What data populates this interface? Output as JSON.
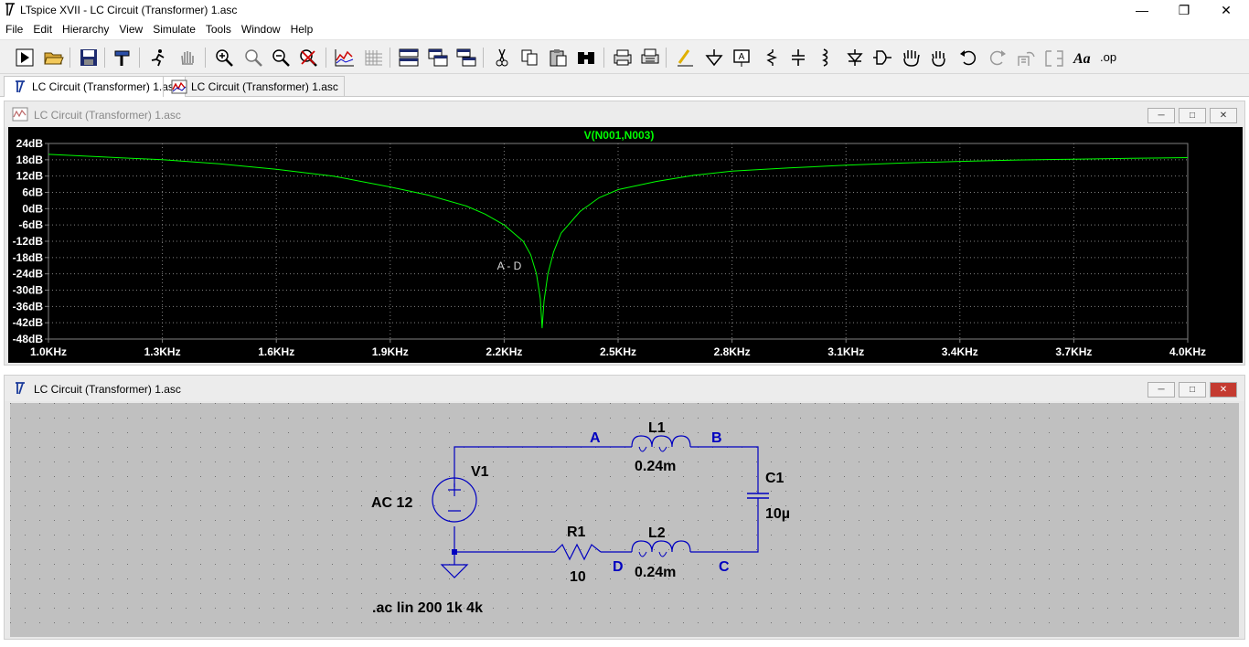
{
  "window": {
    "title": "LTspice XVII - LC Circuit (Transformer) 1.asc"
  },
  "window_controls": {
    "minimize": "—",
    "restore": "❐",
    "close": "✕"
  },
  "menu": [
    "File",
    "Edit",
    "Hierarchy",
    "View",
    "Simulate",
    "Tools",
    "Window",
    "Help"
  ],
  "toolbar": [
    {
      "icon": "run-icon"
    },
    {
      "icon": "open-folder-icon"
    },
    {
      "icon": "save-icon"
    },
    {
      "icon": "control-panel-hammer-icon"
    },
    {
      "icon": "halt-runner-icon"
    },
    {
      "icon": "pan-hand-icon"
    },
    {
      "icon": "zoom-in-icon"
    },
    {
      "icon": "zoom-fit-icon"
    },
    {
      "icon": "zoom-out-icon"
    },
    {
      "icon": "zoom-cancel-icon"
    },
    {
      "icon": "autorange-icon"
    },
    {
      "icon": "grid-icon"
    },
    {
      "icon": "tile-horizontal-icon"
    },
    {
      "icon": "cascade-icon"
    },
    {
      "icon": "tile-vertical-icon"
    },
    {
      "icon": "cut-icon"
    },
    {
      "icon": "copy-icon"
    },
    {
      "icon": "paste-icon"
    },
    {
      "icon": "find-icon"
    },
    {
      "icon": "print-icon"
    },
    {
      "icon": "print-preview-icon"
    },
    {
      "icon": "draw-wire-icon"
    },
    {
      "icon": "ground-icon"
    },
    {
      "icon": "label-net-icon"
    },
    {
      "icon": "resistor-icon"
    },
    {
      "icon": "capacitor-icon"
    },
    {
      "icon": "inductor-icon"
    },
    {
      "icon": "diode-icon"
    },
    {
      "icon": "component-icon"
    },
    {
      "icon": "move-hand-icon"
    },
    {
      "icon": "drag-hand-icon"
    },
    {
      "icon": "undo-icon"
    },
    {
      "icon": "redo-icon"
    },
    {
      "icon": "rotate-icon"
    },
    {
      "icon": "mirror-icon"
    },
    {
      "icon": "text-icon"
    },
    {
      "icon": "spice-directive-icon"
    }
  ],
  "tabs": [
    {
      "label": "LC Circuit (Transformer) 1.asc",
      "icon": "schematic-icon",
      "active": true
    },
    {
      "label": "LC Circuit (Transformer) 1.asc",
      "icon": "waveform-icon",
      "active": false
    }
  ],
  "plot_window": {
    "title": "LC Circuit (Transformer) 1.asc",
    "trace_label": "V(N001,N003)",
    "cursor_annotation": "A - D"
  },
  "chart_data": {
    "type": "line",
    "title": "V(N001,N003)",
    "xlabel": "",
    "ylabel": "",
    "x_ticks": [
      "1.0KHz",
      "1.3KHz",
      "1.6KHz",
      "1.9KHz",
      "2.2KHz",
      "2.5KHz",
      "2.8KHz",
      "3.1KHz",
      "3.4KHz",
      "3.7KHz",
      "4.0KHz"
    ],
    "y_ticks": [
      "24dB",
      "18dB",
      "12dB",
      "6dB",
      "0dB",
      "-6dB",
      "-12dB",
      "-18dB",
      "-24dB",
      "-30dB",
      "-36dB",
      "-42dB",
      "-48dB"
    ],
    "xlim": [
      1000,
      4000
    ],
    "ylim": [
      -48,
      24
    ],
    "grid": true,
    "series": [
      {
        "name": "V(N001,N003)",
        "color": "#00ff00",
        "x": [
          1000,
          1150,
          1300,
          1450,
          1600,
          1750,
          1900,
          2000,
          2100,
          2150,
          2200,
          2250,
          2270,
          2285,
          2295,
          2300,
          2305,
          2315,
          2330,
          2350,
          2400,
          2450,
          2500,
          2600,
          2700,
          2800,
          2950,
          3100,
          3250,
          3400,
          3550,
          3700,
          3850,
          4000
        ],
        "y": [
          20,
          19,
          18,
          16.5,
          14.5,
          12,
          8,
          5,
          1,
          -2,
          -6,
          -12,
          -17,
          -24,
          -33,
          -44,
          -34,
          -24,
          -16,
          -9,
          -1,
          4,
          7,
          10,
          12.3,
          13.8,
          15,
          16,
          16.8,
          17.4,
          17.9,
          18.2,
          18.5,
          18.8
        ]
      }
    ]
  },
  "schematic_window": {
    "title": "LC Circuit (Transformer) 1.asc",
    "components": {
      "v1_name": "V1",
      "v1_value": "AC 12",
      "l1_name": "L1",
      "l1_value": "0.24m",
      "l2_name": "L2",
      "l2_value": "0.24m",
      "c1_name": "C1",
      "c1_value": "10µ",
      "r1_name": "R1",
      "r1_value": "10"
    },
    "net_labels": {
      "a": "A",
      "b": "B",
      "c": "C",
      "d": "D"
    },
    "directive": ".ac lin 200 1k 4k"
  },
  "colors": {
    "plot_bg": "#000000",
    "trace": "#00ff00",
    "grid": "#808080",
    "axis_text": "#ffffff",
    "schematic_bg": "#c0c0c0",
    "wire": "#0000c0",
    "net_label": "#0000c0"
  }
}
